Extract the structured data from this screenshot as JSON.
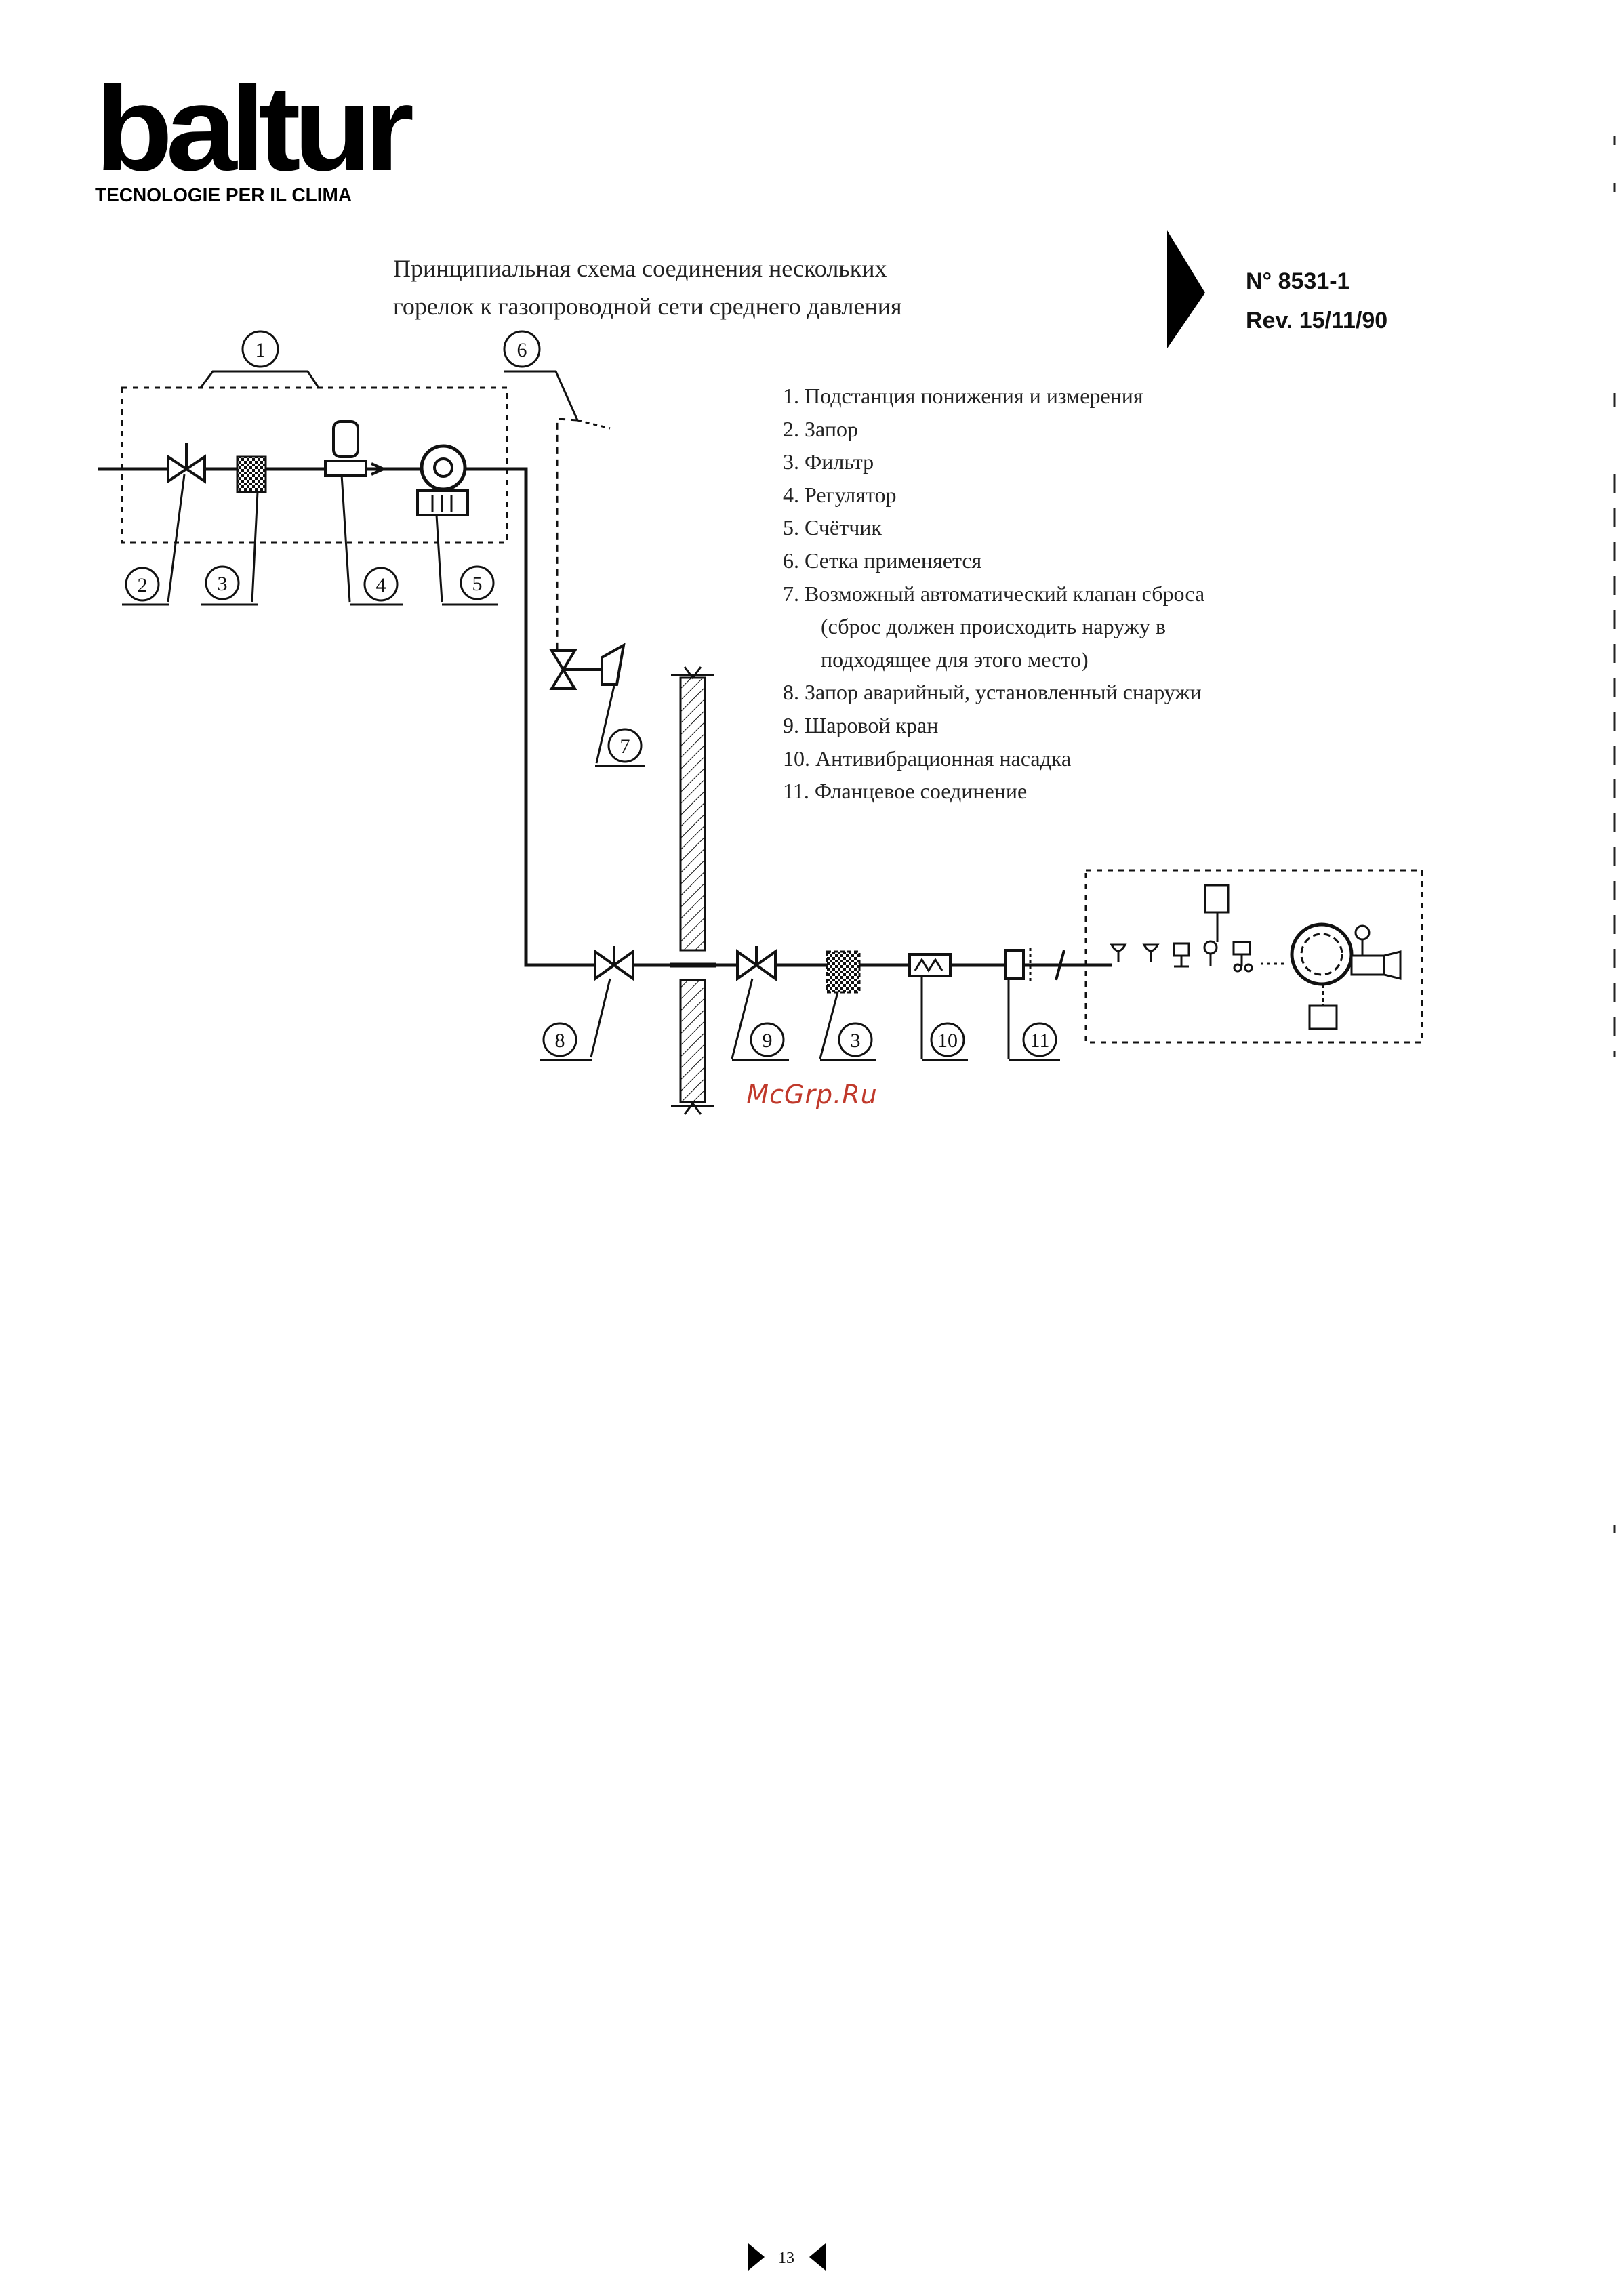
{
  "header": {
    "brand": "baltur",
    "tagline": "TECNOLOGIE PER IL CLIMA"
  },
  "document": {
    "title_lines": [
      "Принципиальная схема соединения нескольких",
      "горелок к газопроводной сети среднего давления"
    ],
    "number": "N° 8531-1",
    "revision": "Rev. 15/11/90"
  },
  "legend": {
    "items": [
      "1. Подстанция понижения и измерения",
      "2. Запор",
      "3. Фильтр",
      "4. Регулятор",
      "5. Счётчик",
      "6. Сетка применяется",
      "7. Возможный автоматический клапан сброса"
    ],
    "item7_continuation": [
      "(сброс должен происходить наружу в",
      "подходящее для этого место)"
    ],
    "items_rest": [
      "8. Запор аварийный, установленный снаружи",
      "9. Шаровой кран",
      "10. Антивибрационная насадка",
      "11. Фланцевое соединение"
    ]
  },
  "callouts": {
    "c1": "1",
    "c2": "2",
    "c3": "3",
    "c4": "4",
    "c5": "5",
    "c6": "6",
    "c7": "7",
    "c8": "8",
    "c9": "9",
    "c3b": "3",
    "c10": "10",
    "c11": "11"
  },
  "watermark": "McGrp.Ru",
  "footer": {
    "page_number": "13"
  },
  "colors": {
    "ink": "#111111",
    "watermark": "#c0392b"
  }
}
